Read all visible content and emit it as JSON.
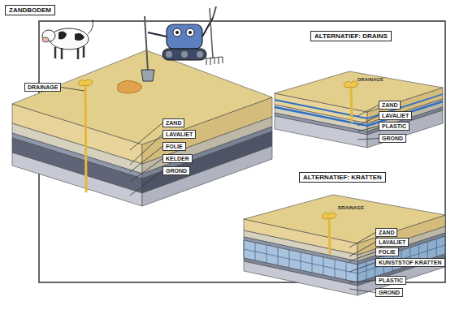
{
  "diagram": {
    "title": "ZANDBODEM",
    "nodes": [
      {
        "text": [
          "DRAINAGE"
        ]
      },
      {
        "text": [
          "ZAND"
        ]
      },
      {
        "text": [
          "LAVALIET"
        ]
      },
      {
        "text": [
          "FOLIE"
        ]
      },
      {
        "text": [
          "KELDER"
        ]
      },
      {
        "text": [
          "GROND"
        ]
      },
      {
        "text": [
          "ALTERNATIEF: DRAINS"
        ]
      },
      {
        "text": [
          "ZAND"
        ]
      },
      {
        "text": [
          "LAVALIET"
        ]
      },
      {
        "text": [
          "PLASTIC"
        ]
      },
      {
        "text": [
          "GROND"
        ]
      },
      {
        "text": [
          "ALTERNATIEF: KRATTEN"
        ]
      },
      {
        "text": [
          "ZAND"
        ]
      },
      {
        "text": [
          "LAVALIET"
        ]
      },
      {
        "text": [
          "FOLIE"
        ]
      },
      {
        "text": [
          "KUNSTSTOF KRATTEN"
        ]
      },
      {
        "text": [
          "PLASTIC"
        ]
      },
      {
        "text": [
          "GROND"
        ]
      }
    ],
    "labels": [
      "DRAINAGE",
      "DRAINAGE"
    ]
  }
}
